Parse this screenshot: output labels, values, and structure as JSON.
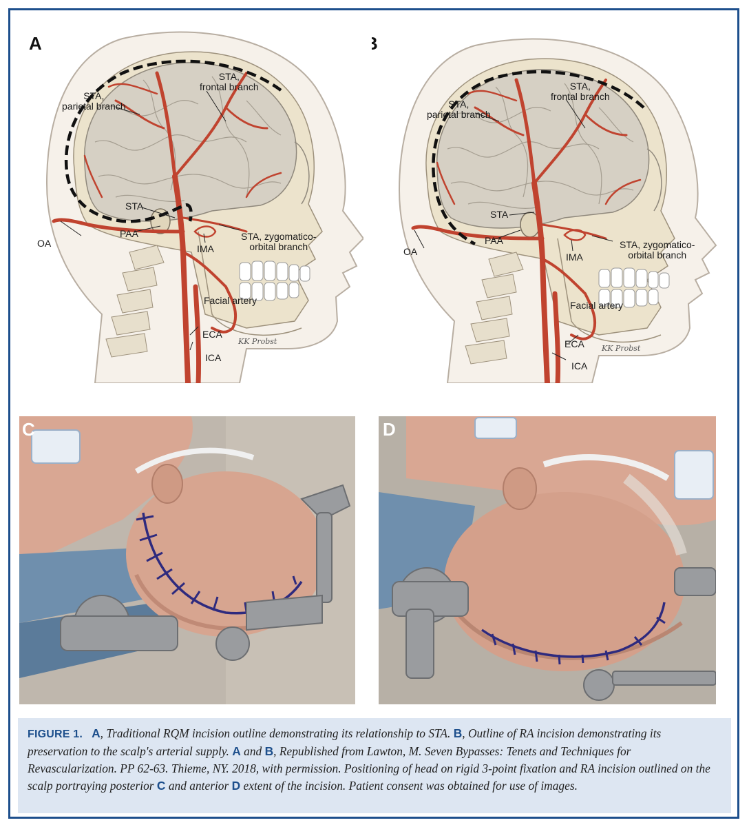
{
  "panels": {
    "a": {
      "letter": "A",
      "labels": {
        "sta_frontal": "STA,\nfrontal branch",
        "sta_parietal": "STA,\nparietal branch",
        "sta": "STA",
        "paa": "PAA",
        "oa": "OA",
        "ima": "IMA",
        "sta_zygomatico": "STA, zygomatico-\norbital branch",
        "facial_artery": "Facial artery",
        "eca": "ECA",
        "ica": "ICA"
      },
      "signature": "KK Probst"
    },
    "b": {
      "letter": "B",
      "labels": {
        "sta_frontal": "STA,\nfrontal branch",
        "sta_parietal": "STA,\nparietal branch",
        "sta": "STA",
        "paa": "PAA",
        "oa": "OA",
        "ima": "IMA",
        "sta_zygomatico": "STA, zygomatico-\norbital branch",
        "facial_artery": "Facial artery",
        "eca": "ECA",
        "ica": "ICA"
      },
      "signature": "KK Probst"
    },
    "c": {
      "letter": "C"
    },
    "d": {
      "letter": "D"
    }
  },
  "caption": {
    "figure_label": "FIGURE 1.",
    "segments": [
      {
        "text": "A",
        "style": "ref"
      },
      {
        "text": ", Traditional RQM incision outline demonstrating its relationship to STA. ",
        "style": "it"
      },
      {
        "text": "B",
        "style": "ref"
      },
      {
        "text": ", Outline of RA incision demonstrating its preservation to the scalp's arterial supply. ",
        "style": "it"
      },
      {
        "text": "A",
        "style": "ref"
      },
      {
        "text": " and ",
        "style": "it"
      },
      {
        "text": "B",
        "style": "ref"
      },
      {
        "text": ", Republished from Lawton, M. Seven Bypasses: Tenets and Techniques for Revascularization. PP 62-63. Thieme, NY. 2018, with permission. Positioning of head on rigid 3-point fixation and RA incision outlined on the scalp portraying posterior ",
        "style": "it"
      },
      {
        "text": "C",
        "style": "ref"
      },
      {
        "text": " and anterior ",
        "style": "it"
      },
      {
        "text": "D",
        "style": "ref"
      },
      {
        "text": " extent of the incision. Patient consent was obtained for use of images.",
        "style": "it"
      }
    ]
  },
  "colors": {
    "accent": "#1d4f8c",
    "caption_bg": "#dde6f2",
    "artery": "#c0432f",
    "brain": "#d6d0c4",
    "bone": "#ece3cc",
    "skin": "#d9a793"
  }
}
